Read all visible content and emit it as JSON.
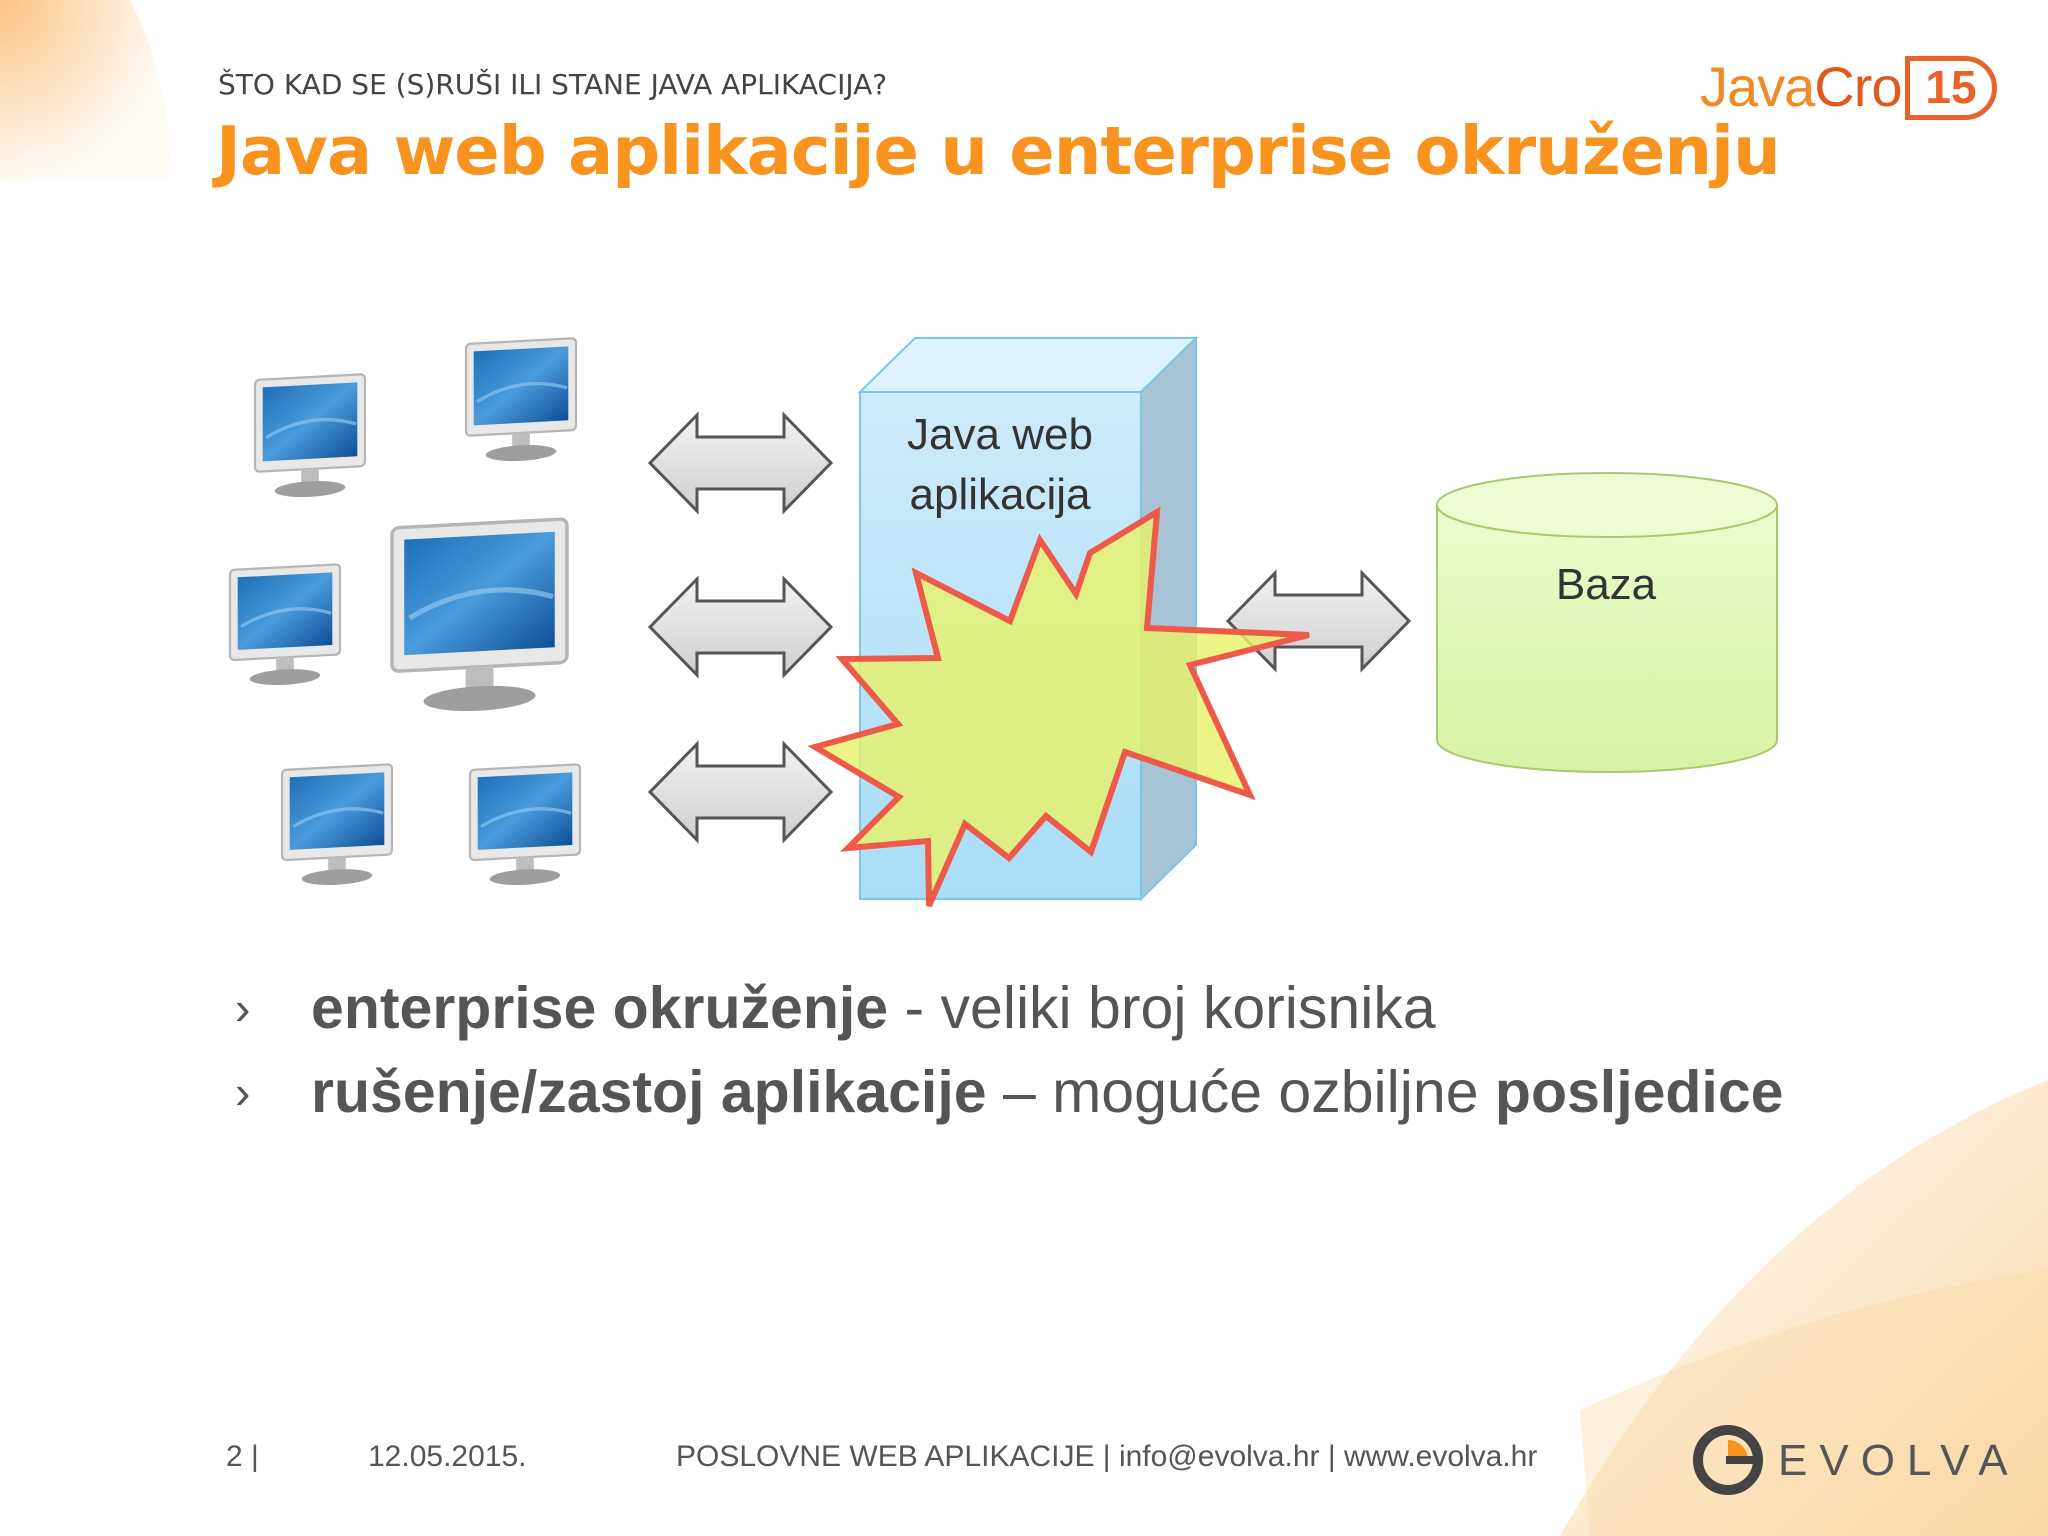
{
  "slide": {
    "subtitle": "ŠTO KAD SE (S)RUŠI ILI STANE JAVA APLIKACIJA?",
    "title": "Java web aplikacije u enterprise okruženju"
  },
  "logos": {
    "javacro_java": "Java",
    "javacro_cro": "Cro",
    "javacro_year": "15",
    "evolva": "EVOLVA"
  },
  "diagram": {
    "server_label_line1": "Java web",
    "server_label_line2": "aplikacija",
    "database_label": "Baza",
    "client_icon": "monitor-icon",
    "arrow_icon": "double-arrow-icon",
    "crash_icon": "explosion-icon"
  },
  "bullets": [
    {
      "marker": "›",
      "bold1": "enterprise okruženje",
      "text1": " - veliki broj korisnika",
      "bold2": ""
    },
    {
      "marker": "›",
      "bold1": "rušenje/zastoj aplikacije",
      "text1": " – moguće ozbiljne ",
      "bold2": "posljedice"
    }
  ],
  "footer": {
    "page": "2 |",
    "date": "12.05.2015.",
    "info": "POSLOVNE WEB APLIKACIJE | info@evolva.hr | www.evolva.hr"
  },
  "colors": {
    "accent": "#F7931E",
    "server": "#BFE6FA",
    "database": "#E2F7B5",
    "explosion_fill": "#E6F26A",
    "explosion_stroke": "#EE5A4A"
  }
}
